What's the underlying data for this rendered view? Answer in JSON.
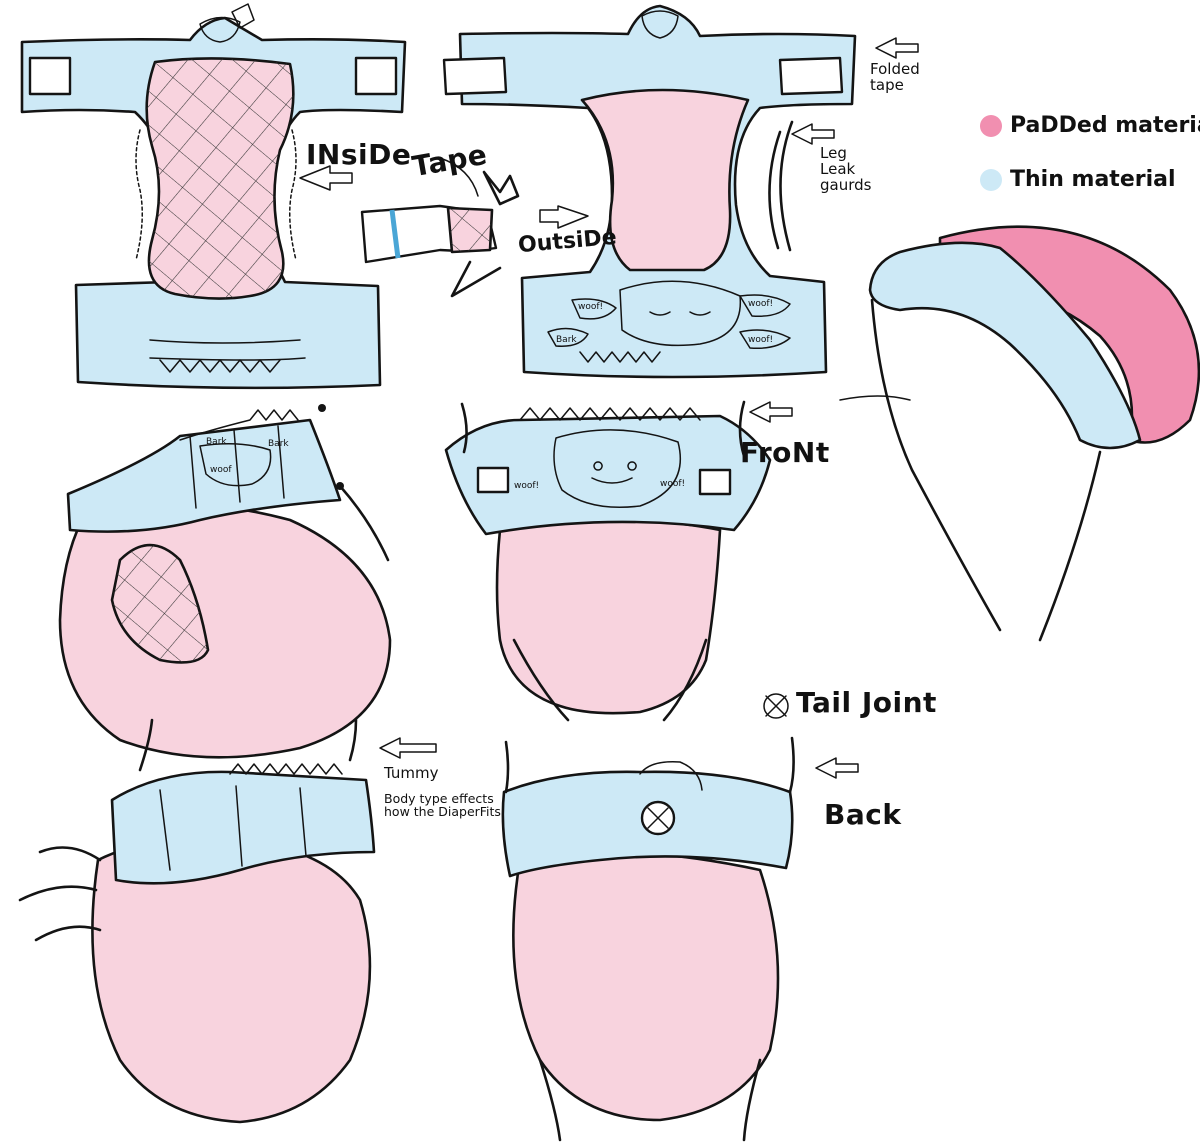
{
  "colors": {
    "padded": "#f18fb0",
    "padded_light": "#f8d3de",
    "thin": "#cde9f6",
    "ink": "#141414"
  },
  "labels": {
    "inside": "INsiDe",
    "tape": "Tape",
    "outside": "OutsiDe",
    "folded_tape": [
      "Folded",
      "tape"
    ],
    "leg_leak_guards": [
      "Leg",
      "Leak",
      "gaurds"
    ],
    "front": "FroNt",
    "tail_joint": "Tail Joint",
    "back": "Back",
    "tummy": "Tummy",
    "body_type_note": [
      "Body type effects",
      "how the DiaperFits"
    ],
    "print_bubbles": [
      "woof!",
      "woof!",
      "Bark",
      "woof!",
      "Bark",
      "woof",
      "Bark",
      "woof!",
      "woof!"
    ]
  },
  "legend": [
    {
      "label": "PaDDed material",
      "color": "#f18fb0"
    },
    {
      "label": "Thin material",
      "color": "#cde9f6"
    }
  ]
}
